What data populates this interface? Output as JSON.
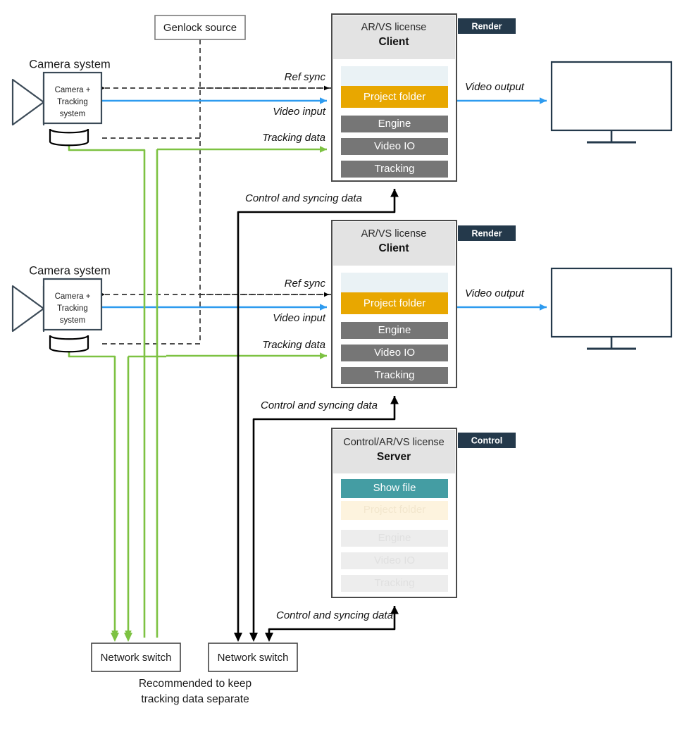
{
  "colors": {
    "green": "#7dc242",
    "blue": "#2e9bef",
    "orange": "#e8a700",
    "teal": "#449da3",
    "gray_row": "#767676",
    "header_gray": "#e3e3e3",
    "badge_navy": "#24394b",
    "pale_blue": "#eaf2f5",
    "cream": "#fdf3de",
    "faded_gray": "#ededed",
    "outline": "#3b4a57",
    "black": "#000000"
  },
  "genlock": {
    "label": "Genlock source"
  },
  "cameras": [
    {
      "title": "Camera system",
      "body_line1": "Camera +",
      "body_line2": "Tracking",
      "body_line3": "system"
    },
    {
      "title": "Camera system",
      "body_line1": "Camera +",
      "body_line2": "Tracking",
      "body_line3": "system"
    }
  ],
  "connection_labels": {
    "ref_sync": "Ref sync",
    "video_input": "Video input",
    "tracking_data": "Tracking data",
    "video_output": "Video output",
    "control_sync": "Control and syncing data"
  },
  "clients": [
    {
      "license": "AR/VS license",
      "role": "Client",
      "badge": "Render",
      "rows": [
        {
          "label": "",
          "style": "pale"
        },
        {
          "label": "Project folder",
          "style": "orange"
        },
        {
          "label": "Engine",
          "style": "gray"
        },
        {
          "label": "Video IO",
          "style": "gray"
        },
        {
          "label": "Tracking",
          "style": "gray"
        }
      ]
    },
    {
      "license": "AR/VS license",
      "role": "Client",
      "badge": "Render",
      "rows": [
        {
          "label": "",
          "style": "pale"
        },
        {
          "label": "Project folder",
          "style": "orange"
        },
        {
          "label": "Engine",
          "style": "gray"
        },
        {
          "label": "Video IO",
          "style": "gray"
        },
        {
          "label": "Tracking",
          "style": "gray"
        }
      ]
    }
  ],
  "server": {
    "license": "Control/AR/VS license",
    "role": "Server",
    "badge": "Control",
    "rows": [
      {
        "label": "Show file",
        "style": "teal"
      },
      {
        "label": "Project folder",
        "style": "cream-faded"
      },
      {
        "label": "Engine",
        "style": "faded"
      },
      {
        "label": "Video IO",
        "style": "faded"
      },
      {
        "label": "Tracking",
        "style": "faded"
      }
    ]
  },
  "switches": [
    {
      "label": "Network switch"
    },
    {
      "label": "Network switch"
    }
  ],
  "footnote": {
    "line1": "Recommended to keep",
    "line2": "tracking data separate"
  },
  "monitors": [
    {
      "name": "display"
    },
    {
      "name": "display"
    }
  ]
}
